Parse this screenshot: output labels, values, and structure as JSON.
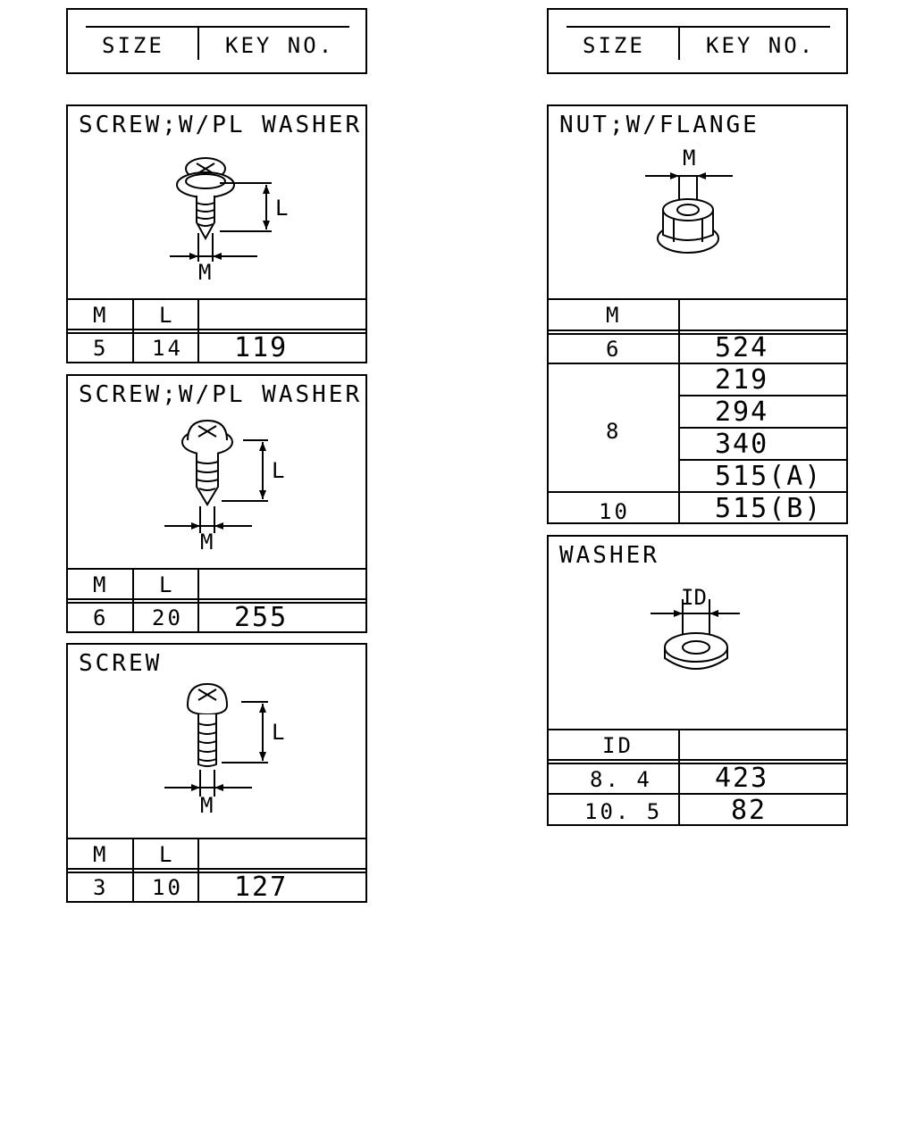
{
  "legend": {
    "size_label": "SIZE",
    "key_label": "KEY NO."
  },
  "screw_washer_1": {
    "title": "SCREW;W/PL WASHER",
    "dim_m": "M",
    "dim_l": "L",
    "headers": [
      "M",
      "L"
    ],
    "rows": [
      {
        "m": "5",
        "l": "14",
        "key": "119"
      }
    ]
  },
  "screw_washer_2": {
    "title": "SCREW;W/PL WASHER",
    "dim_m": "M",
    "dim_l": "L",
    "headers": [
      "M",
      "L"
    ],
    "rows": [
      {
        "m": "6",
        "l": "20",
        "key": "255"
      }
    ]
  },
  "screw": {
    "title": "SCREW",
    "dim_m": "M",
    "dim_l": "L",
    "headers": [
      "M",
      "L"
    ],
    "rows": [
      {
        "m": "3",
        "l": "10",
        "key": "127"
      }
    ]
  },
  "nut_flange": {
    "title": "NUT;W/FLANGE",
    "dim_m": "M",
    "headers": [
      "M"
    ],
    "rows": [
      {
        "m": "6",
        "keys": [
          "524"
        ]
      },
      {
        "m": "8",
        "keys": [
          "219",
          "294",
          "340",
          "515(A)"
        ]
      },
      {
        "m": "10",
        "keys": [
          "515(B)"
        ]
      }
    ]
  },
  "washer": {
    "title": "WASHER",
    "dim_id": "ID",
    "headers": [
      "ID"
    ],
    "rows": [
      {
        "id": "8. 4",
        "key": "423"
      },
      {
        "id": "10. 5",
        "key": "82"
      }
    ]
  }
}
